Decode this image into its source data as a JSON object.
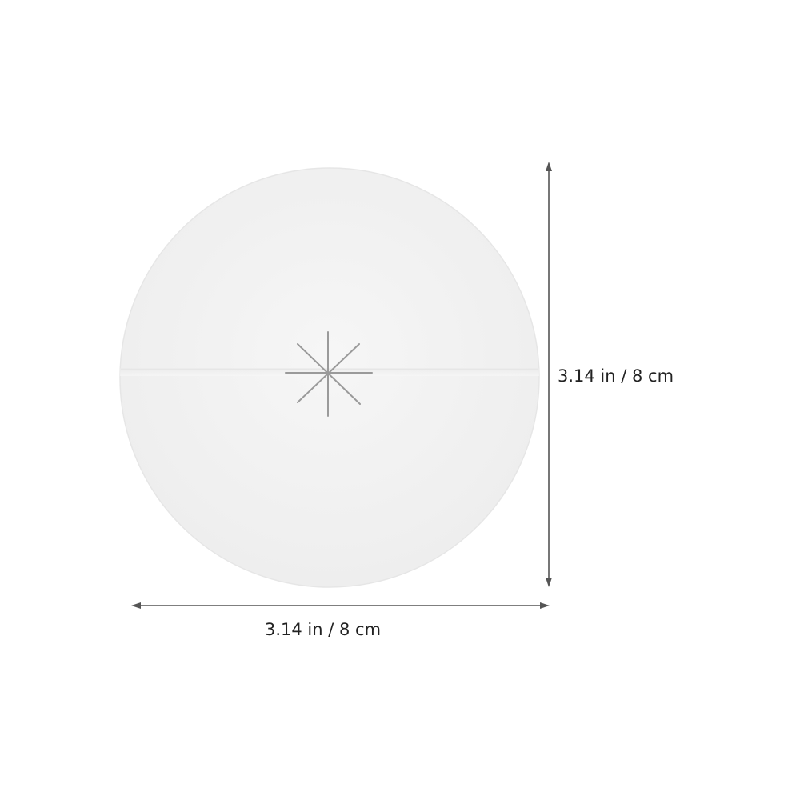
{
  "product": {
    "name": "round paper liner with star-shaped center slit",
    "colors": {
      "disc_fill": "#f2f2f2",
      "disc_edge": "#e6e6e6",
      "fold_line": "#e4e4e4",
      "slit_stroke": "#9a9a9a",
      "arrow_stroke": "#555555",
      "label_text": "#222222",
      "background": "#ffffff"
    }
  },
  "dimensions": {
    "width_label": "3.14 in / 8 cm",
    "height_label": "3.14 in / 8 cm"
  },
  "icons": {
    "star_slit": "asterisk-slit-icon",
    "arrow_horizontal": "double-arrow-horizontal-icon",
    "arrow_vertical": "double-arrow-vertical-icon"
  }
}
